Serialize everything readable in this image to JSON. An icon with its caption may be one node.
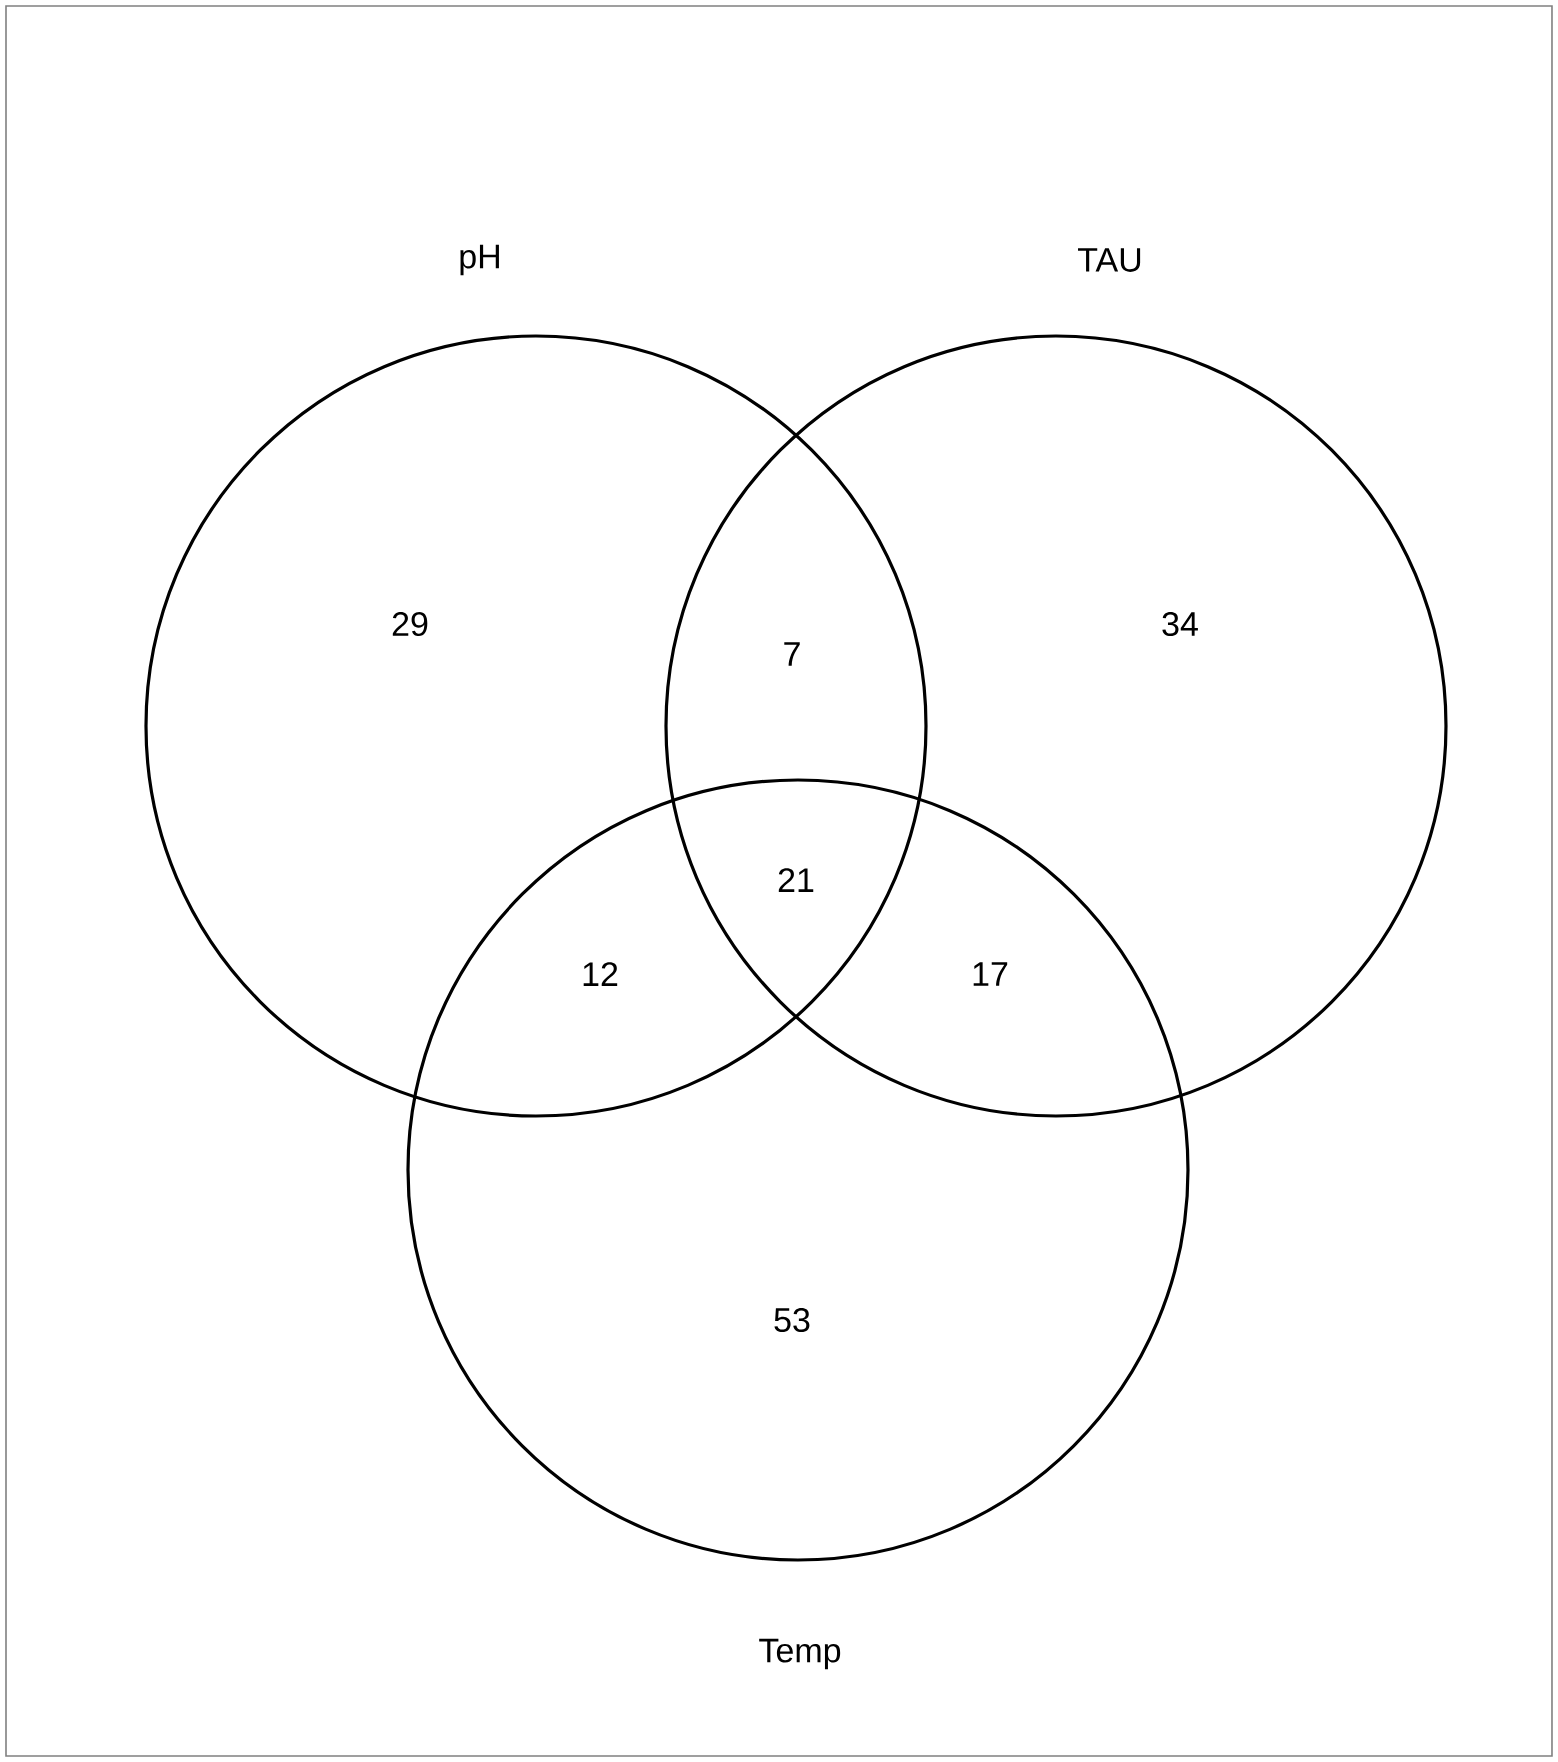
{
  "diagram": {
    "nodes": [
      {
        "text": [
          "pH"
        ]
      },
      {
        "text": [
          "TAU"
        ]
      },
      {
        "text": [
          "Temp"
        ]
      }
    ],
    "labels": [
      "29",
      "7",
      "34",
      "21",
      "12",
      "17",
      "53"
    ]
  }
}
